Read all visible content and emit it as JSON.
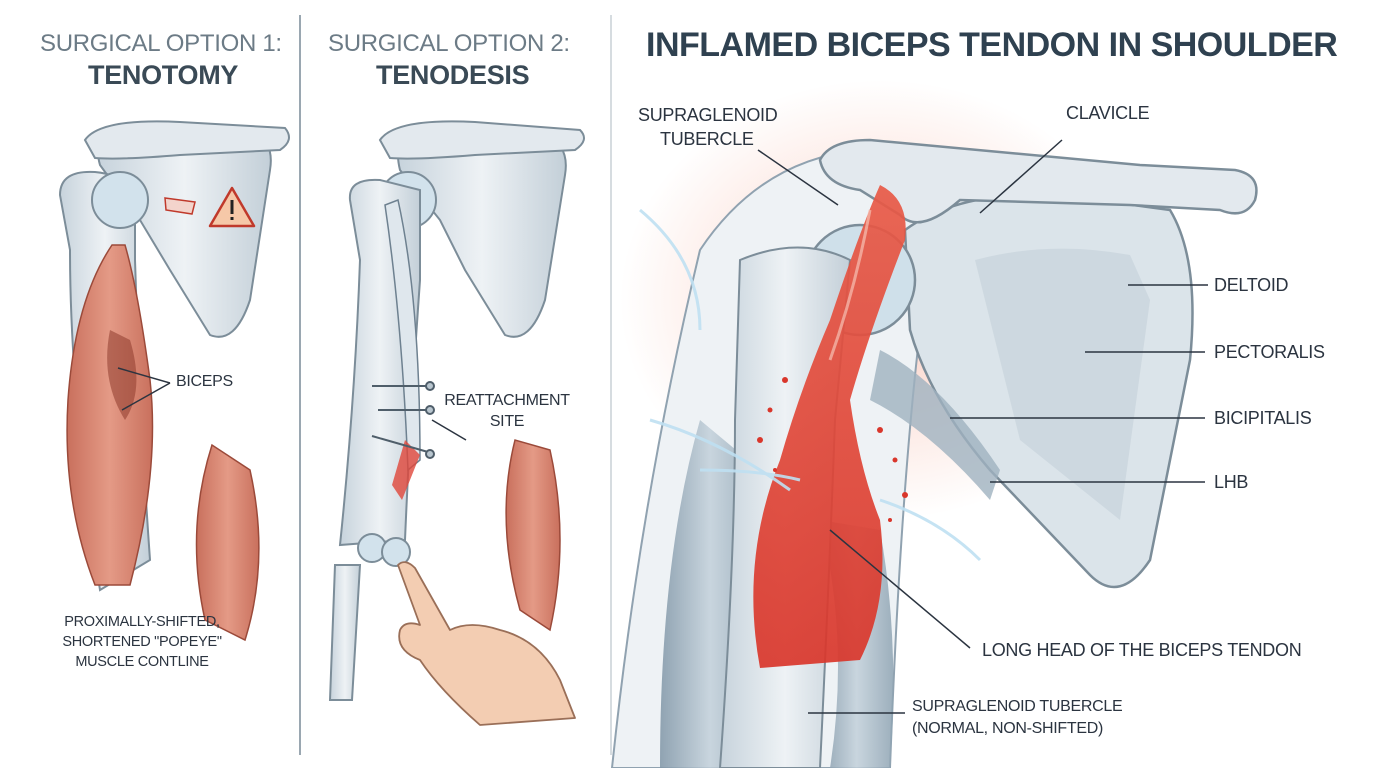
{
  "panel1": {
    "subtitle": "SURGICAL OPTION 1:",
    "title": "TENOTOMY",
    "label_biceps": "BICEPS",
    "caption": [
      "PROXIMALLY-SHIFTED,",
      "SHORTENED \"POPEYE\"",
      "MUSCLE CONTLINE"
    ],
    "warning_icon": "warning-triangle-icon"
  },
  "panel2": {
    "subtitle": "SURGICAL OPTION 2:",
    "title": "TENODESIS",
    "label_reattach": [
      "REATTACHMENT",
      "SITE"
    ]
  },
  "panel3": {
    "title": "INFLAMED BICEPS TENDON IN SHOULDER",
    "labels": {
      "supraglenoid": [
        "SUPRAGLENOID",
        "TUBERCLE"
      ],
      "clavicle": "CLAVICLE",
      "deltoid": "DELTOID",
      "pectoralis": "PECTORALIS",
      "bicipitalis": "BICIPITALIS",
      "lhb": "LHB",
      "long_head": "LONG HEAD OF THE BICEPS TENDON",
      "bottom": [
        "SUPRAGLENOID TUBERCLE",
        "(NORMAL, NON-SHIFTED)"
      ]
    }
  },
  "colors": {
    "bone": "#d9e2e8",
    "bone_stroke": "#7c8d99",
    "muscle": "#d9826f",
    "muscle_dark": "#b85a48",
    "inflamed": "#e0463a",
    "divider": "#9aa7b1"
  }
}
